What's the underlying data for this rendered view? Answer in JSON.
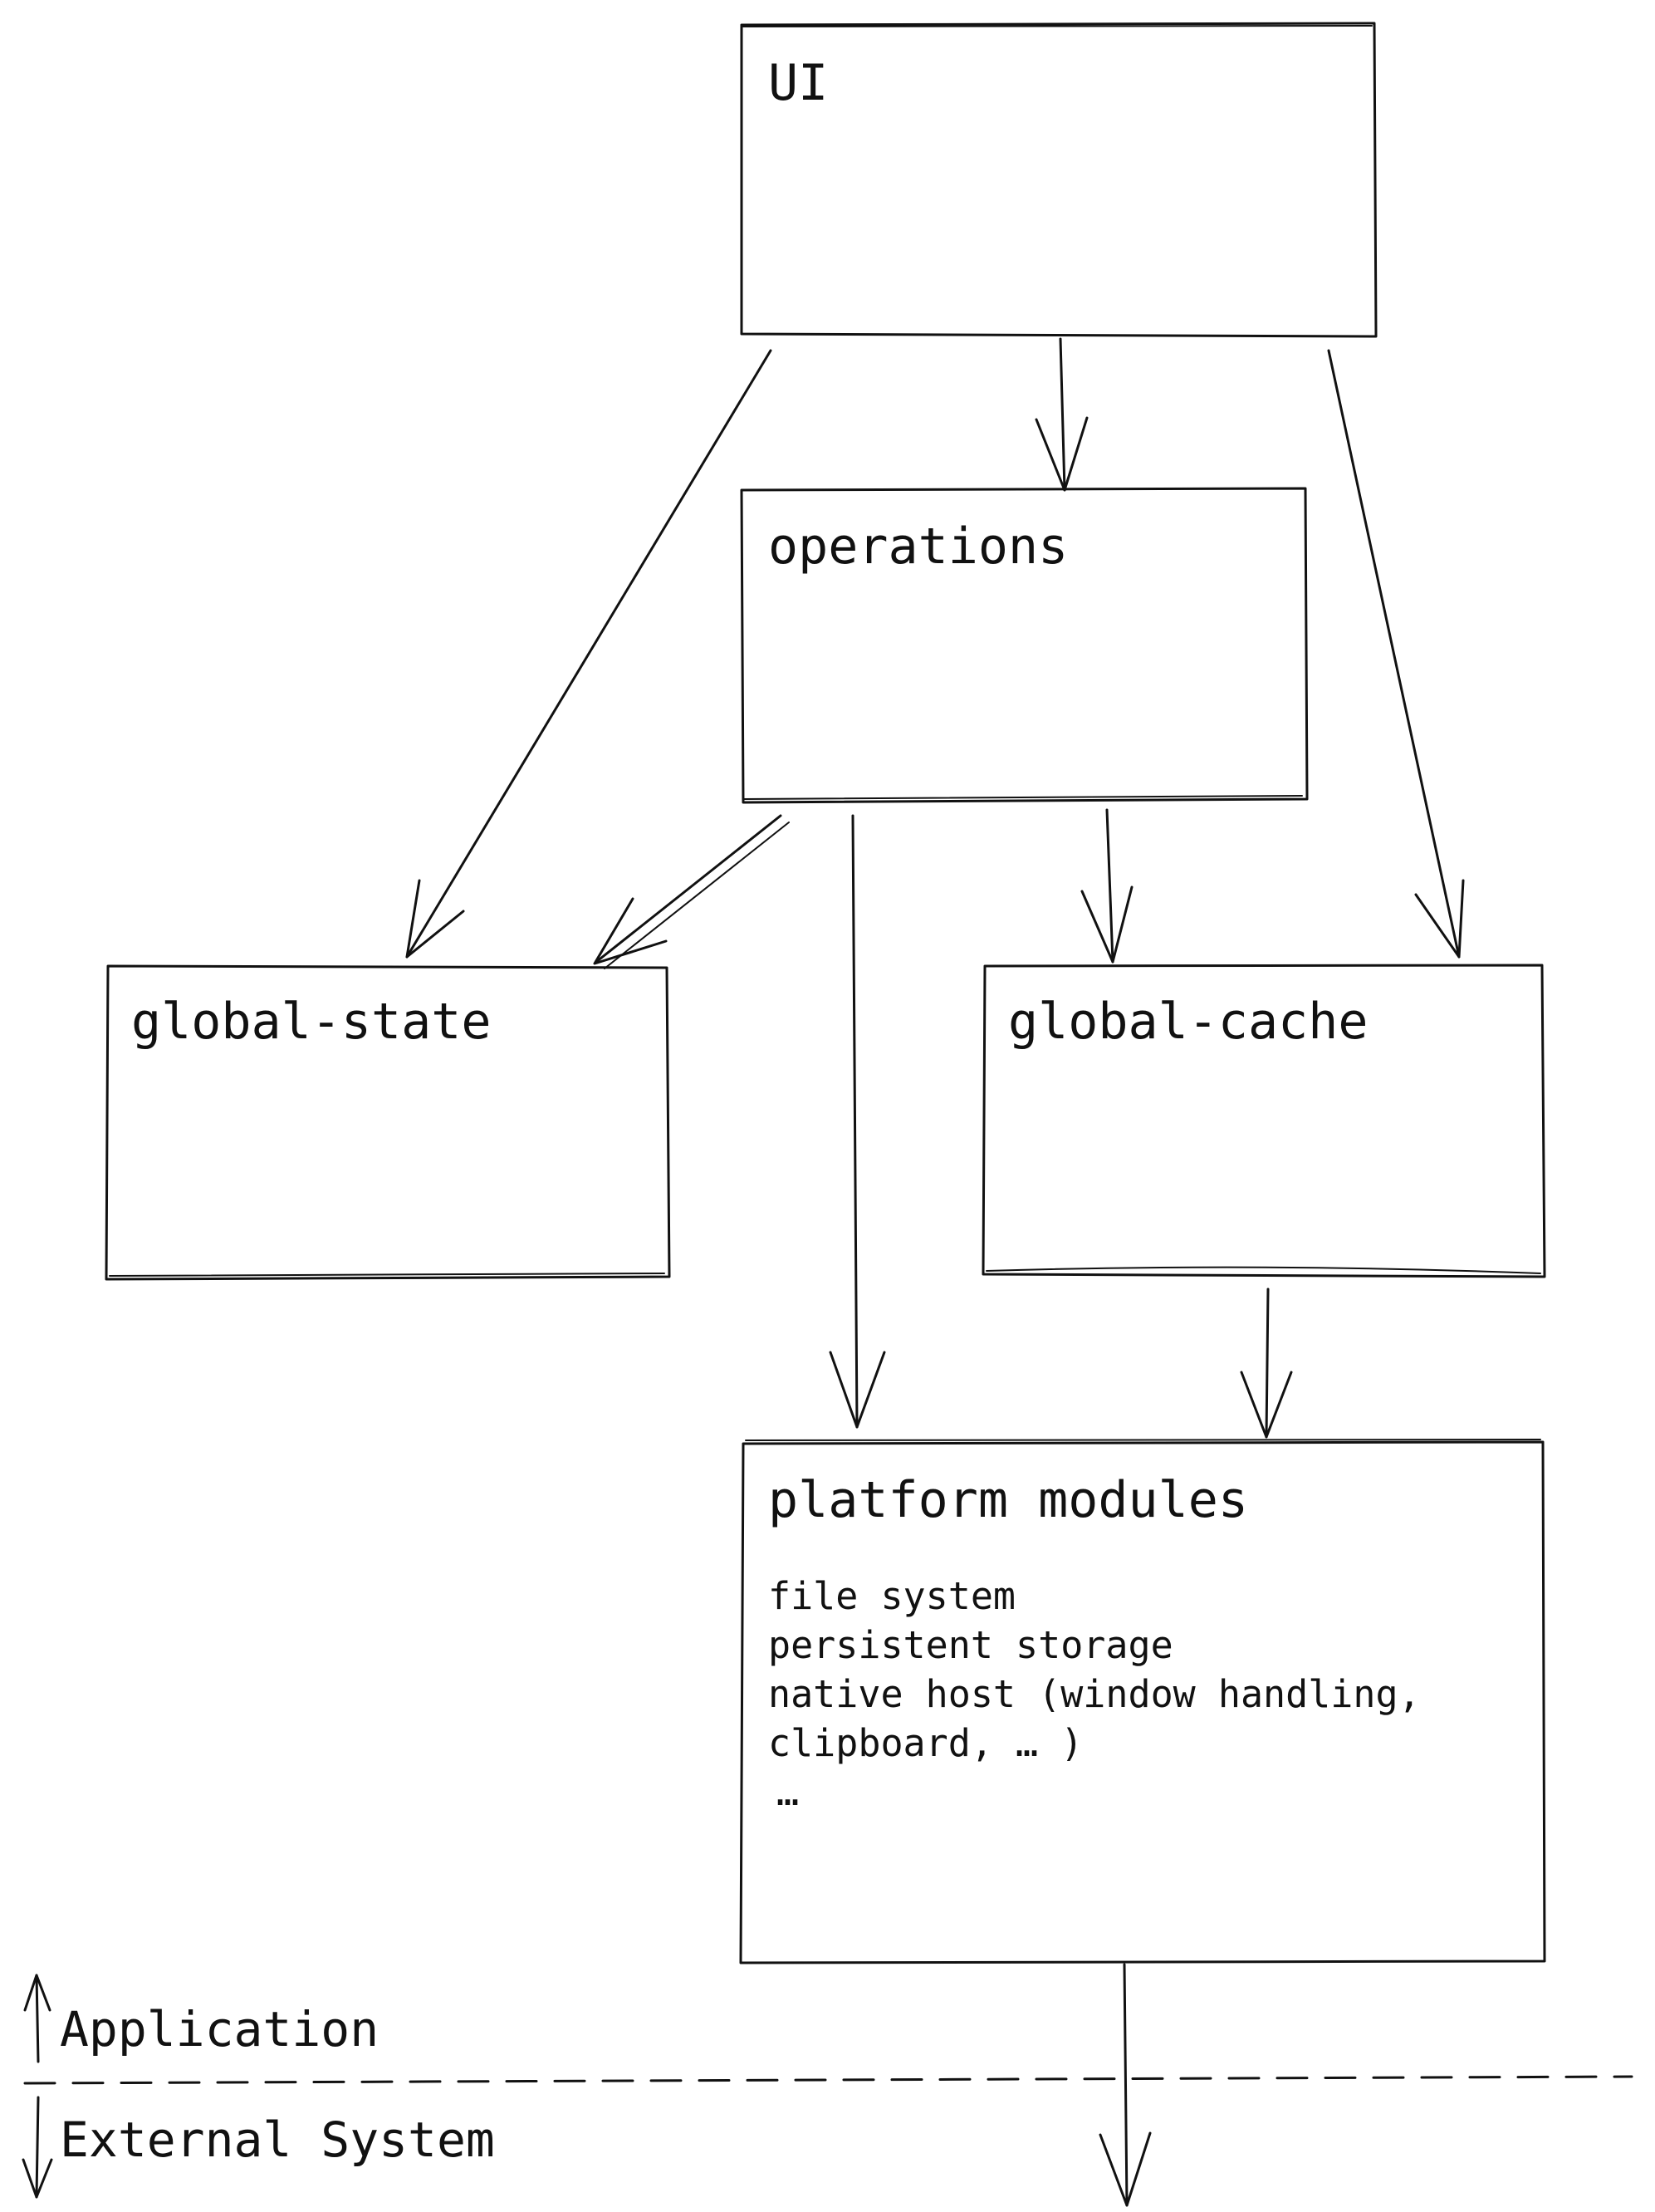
{
  "boxes": {
    "ui": {
      "title": "UI"
    },
    "operations": {
      "title": "operations"
    },
    "global_state": {
      "title": "global-state"
    },
    "global_cache": {
      "title": "global-cache"
    },
    "platform_modules": {
      "title": "platform modules",
      "items": [
        "file system",
        "persistent storage",
        "native host (window handling,",
        "clipboard,  … )",
        "…"
      ]
    }
  },
  "boundary": {
    "above_label": "Application",
    "below_label": "External System"
  }
}
